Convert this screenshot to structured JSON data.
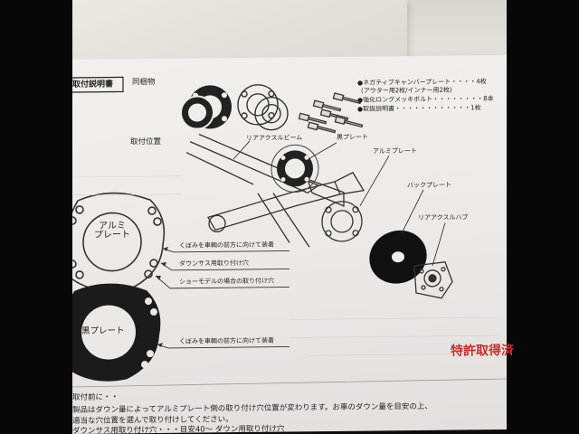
{
  "header": {
    "title": "取付説明書",
    "contents_label": "同梱物"
  },
  "contents_list": [
    {
      "name": "●ネガティブキャンバープレート",
      "qty": "4枚",
      "sub": "(アウター用2枚/インナー用2枚)"
    },
    {
      "name": "●強化ロングメッキボルト",
      "qty": "8本"
    },
    {
      "name": "●取扱説明書",
      "qty": "1枚"
    }
  ],
  "diagram": {
    "position_label": "取付位置",
    "parts": {
      "rear_axle_beam": "リアアクスルビーム",
      "black_plate": "黒プレート",
      "aluminum_plate": "アルミプレート",
      "back_plate": "バックプレート",
      "rear_axle_hub": "リアアクスルハブ"
    }
  },
  "aluminum_plate": {
    "label": "アルミ\nプレート",
    "callouts": [
      "くぼみを車輌の前方に向けて装着",
      "ダウンサス用取り付け穴",
      "ショーモデルの場合の取り付け穴"
    ]
  },
  "black_plate": {
    "label": "黒プレート",
    "callouts": [
      "くぼみを車輌の前方に向けて装着"
    ]
  },
  "patent": "特許取得済",
  "notes": {
    "heading": "取付前に・・",
    "lines": [
      "製品はダウン量によってアルミプレート側の取り付け穴位置が変わります。お車のダウン量を目安の上、",
      "適当な穴位置を選んで取り付けしてください。",
      "ダウンサス用取り付け穴・・・目安40～ ダウン用取り付け穴"
    ]
  }
}
